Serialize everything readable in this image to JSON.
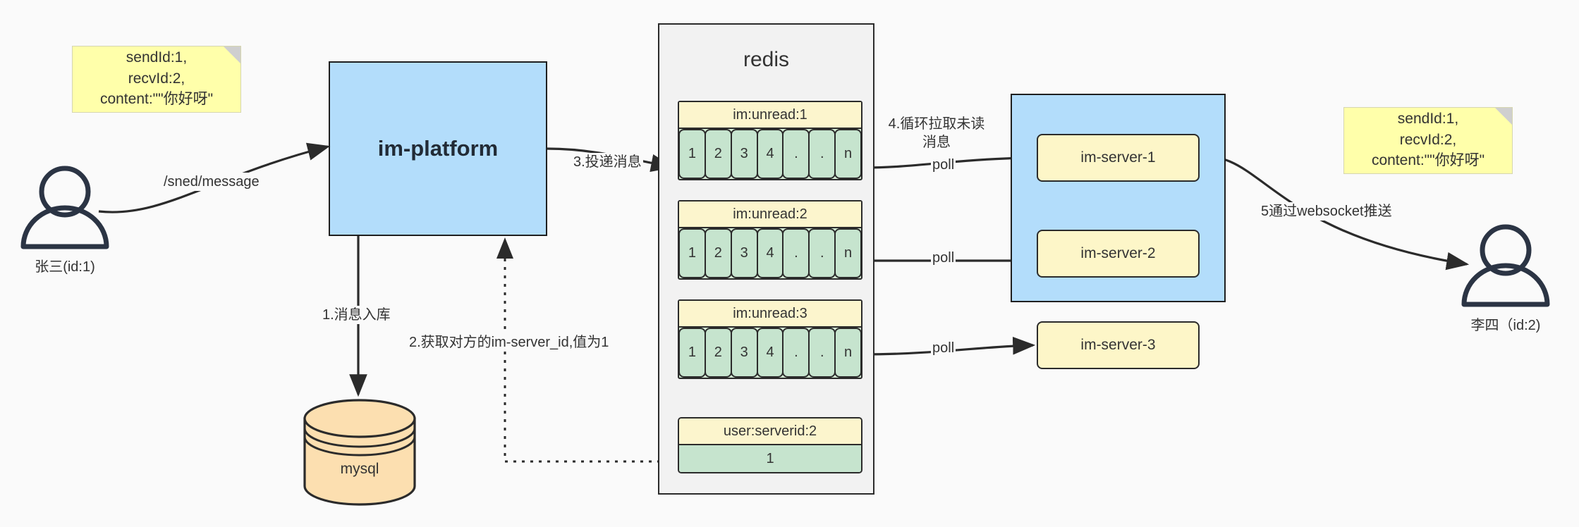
{
  "diagram": {
    "notes": {
      "left": "sendId:1,\nrecvId:2,\ncontent:\"\"你好呀\"",
      "right": "sendId:1,\nrecvId:2,\ncontent:\"\"你好呀\""
    },
    "actors": [
      {
        "name": "actor-sender",
        "caption": "张三(id:1)"
      },
      {
        "name": "actor-receiver",
        "caption": "李四（id:2)"
      }
    ],
    "platform": {
      "label": "im-platform"
    },
    "database": {
      "label": "mysql"
    },
    "redis": {
      "title": "redis",
      "lists": [
        {
          "key": "im:unread:1",
          "cells": [
            "1",
            "2",
            "3",
            "4",
            ".",
            ".",
            "n"
          ]
        },
        {
          "key": "im:unread:2",
          "cells": [
            "1",
            "2",
            "3",
            "4",
            ".",
            ".",
            "n"
          ]
        },
        {
          "key": "im:unread:3",
          "cells": [
            "1",
            "2",
            "3",
            "4",
            ".",
            ".",
            "n"
          ]
        }
      ],
      "kv": {
        "key": "user:serverid:2",
        "value": "1"
      }
    },
    "servers": {
      "items": [
        {
          "label": "im-server-1"
        },
        {
          "label": "im-server-2"
        },
        {
          "label": "im-server-3"
        }
      ]
    },
    "edges": {
      "send_message": "/sned/message",
      "step1": "1.消息入库",
      "step2": "2.获取对方的im-server_id,值为1",
      "step3": "3.投递消息",
      "step4": "4.循环拉取未读消息",
      "poll1": "poll",
      "poll2": "poll",
      "poll3": "poll",
      "step5": "5通过websocket推送"
    }
  },
  "colors": {
    "note_fill": "#ffffaa",
    "blue_fill": "#b3ddfb",
    "green_fill": "#c6e4ce",
    "yellow_fill": "#fdf6c8",
    "orange_fill": "#fcdfb0",
    "stroke": "#2b2b2b",
    "background": "#fafafa"
  }
}
